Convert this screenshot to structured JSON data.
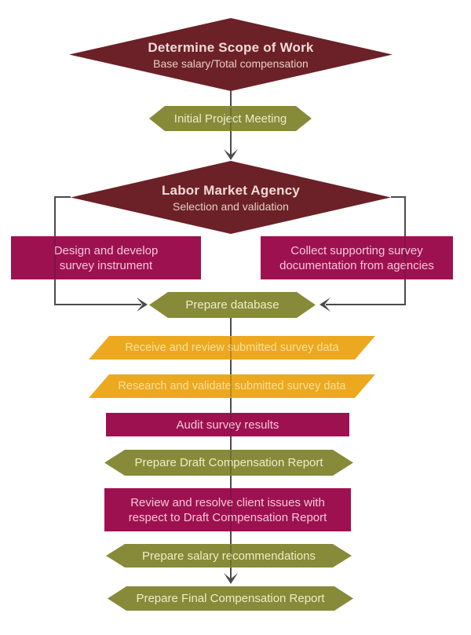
{
  "colors": {
    "maroon": "#6b2127",
    "crimson": "#9e1150",
    "olive": "#878a38",
    "gold": "#eca81f",
    "line": "#4a4b4c"
  },
  "nodes": {
    "scope": {
      "title": "Determine Scope of Work",
      "subtitle": "Base salary/Total compensation"
    },
    "initial_meeting": {
      "label": "Initial Project Meeting"
    },
    "labor_market": {
      "title": "Labor Market Agency",
      "subtitle": "Selection and validation"
    },
    "design_survey": {
      "line1": "Design and develop",
      "line2": "survey instrument"
    },
    "collect_docs": {
      "line1": "Collect supporting survey",
      "line2": "documentation from agencies"
    },
    "prepare_database": {
      "label": "Prepare database"
    },
    "receive_review": {
      "label": "Receive and review submitted survey data"
    },
    "research_validate": {
      "label": "Research and validate submitted survey data"
    },
    "audit": {
      "label": "Audit survey results"
    },
    "draft_report": {
      "label": "Prepare Draft Compensation Report"
    },
    "review_resolve": {
      "line1": "Review and resolve client issues with",
      "line2": "respect to Draft Compensation Report"
    },
    "salary_recommendations": {
      "label": "Prepare salary recommendations"
    },
    "final_report": {
      "label": "Prepare Final Compensation Report"
    }
  }
}
